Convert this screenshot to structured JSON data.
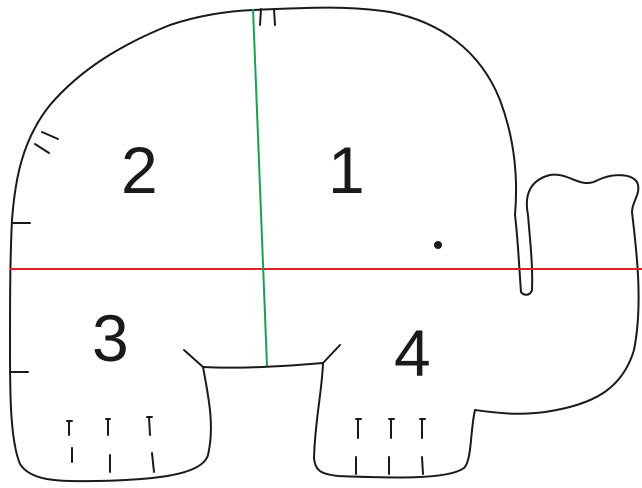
{
  "figure": {
    "subject": "elephant",
    "quadrant_labels": {
      "q1": "1",
      "q2": "2",
      "q3": "3",
      "q4": "4"
    },
    "colors": {
      "outline": "#1a1a1a",
      "horizontal_axis": "#e0202a",
      "vertical_axis": "#1aa050",
      "eye": "#1a1a1a",
      "background": "#ffffff"
    }
  }
}
